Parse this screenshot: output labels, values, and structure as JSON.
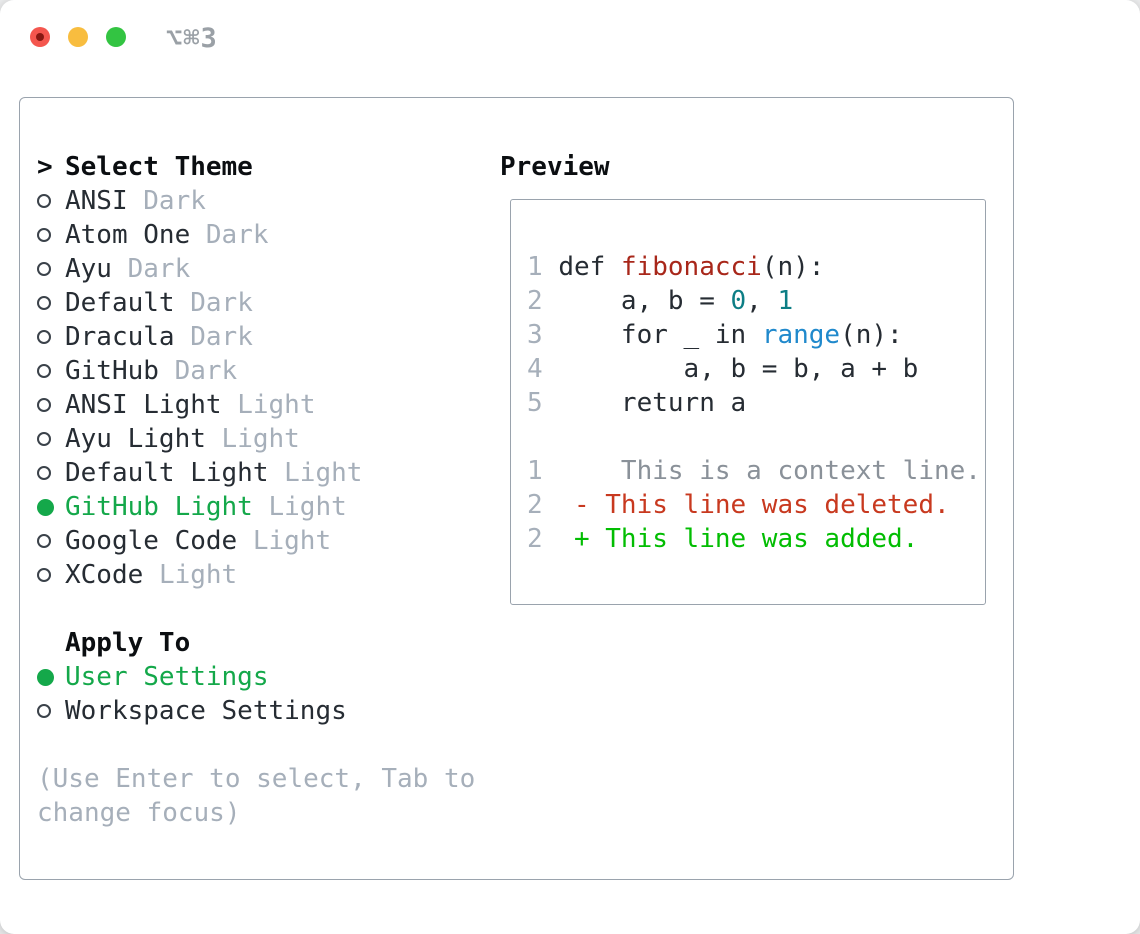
{
  "titlebar": {
    "shortcut": "⌥⌘3",
    "buttons": [
      "close",
      "minimize",
      "zoom"
    ]
  },
  "panel": {
    "header_marker": ">",
    "select_header": "Select Theme",
    "themes": [
      {
        "name": "ANSI",
        "variant": "Dark",
        "selected": false
      },
      {
        "name": "Atom One",
        "variant": "Dark",
        "selected": false
      },
      {
        "name": "Ayu",
        "variant": "Dark",
        "selected": false
      },
      {
        "name": "Default",
        "variant": "Dark",
        "selected": false
      },
      {
        "name": "Dracula",
        "variant": "Dark",
        "selected": false
      },
      {
        "name": "GitHub",
        "variant": "Dark",
        "selected": false
      },
      {
        "name": "ANSI Light",
        "variant": "Light",
        "selected": false
      },
      {
        "name": "Ayu Light",
        "variant": "Light",
        "selected": false
      },
      {
        "name": "Default Light",
        "variant": "Light",
        "selected": false
      },
      {
        "name": "GitHub Light",
        "variant": "Light",
        "selected": true
      },
      {
        "name": "Google Code",
        "variant": "Light",
        "selected": false
      },
      {
        "name": "XCode",
        "variant": "Light",
        "selected": false
      }
    ],
    "apply_header": "Apply To",
    "apply_options": [
      {
        "name": "User Settings",
        "selected": true
      },
      {
        "name": "Workspace Settings",
        "selected": false
      }
    ],
    "help_lines": [
      "(Use Enter to select, Tab to",
      "change focus)"
    ]
  },
  "preview": {
    "header": "Preview",
    "lines": [
      {
        "tokens": [
          [
            "n",
            "1 "
          ],
          [
            "d",
            "def "
          ],
          [
            "f",
            "fibonacci"
          ],
          [
            "d",
            "(n):"
          ]
        ]
      },
      {
        "tokens": [
          [
            "n",
            "2 "
          ],
          [
            "d",
            "    a, b = "
          ],
          [
            "t",
            "0"
          ],
          [
            "d",
            ", "
          ],
          [
            "t",
            "1"
          ]
        ]
      },
      {
        "tokens": [
          [
            "n",
            "3 "
          ],
          [
            "d",
            "    for _ in "
          ],
          [
            "b",
            "range"
          ],
          [
            "d",
            "(n):"
          ]
        ]
      },
      {
        "tokens": [
          [
            "n",
            "4 "
          ],
          [
            "d",
            "        a, b = b, a + b"
          ]
        ]
      },
      {
        "tokens": [
          [
            "n",
            "5 "
          ],
          [
            "d",
            "    return a"
          ]
        ]
      },
      {
        "tokens": []
      },
      {
        "tokens": [
          [
            "n",
            "1"
          ],
          [
            "g",
            "     This is a context line."
          ]
        ]
      },
      {
        "tokens": [
          [
            "n",
            "2"
          ],
          [
            "x",
            "  - This line was deleted."
          ]
        ]
      },
      {
        "tokens": [
          [
            "n",
            "2"
          ],
          [
            "a",
            "  + This line was added."
          ]
        ]
      }
    ]
  },
  "colors": {
    "selected_green": "#14a84a",
    "added_green": "#02bd02",
    "deleted_red": "#c8391f",
    "function_red": "#a8271a",
    "number_teal": "#0d7e85",
    "builtin_blue": "#2089cc",
    "text_dark": "#262c33",
    "muted_gray": "#a6afba",
    "context_gray": "#8a9199",
    "border_gray": "#9aa3ad",
    "traffic_red": "#f4564e",
    "traffic_yellow": "#f8bd3f",
    "traffic_green": "#33c442",
    "title_gray": "#9aa0a6"
  }
}
